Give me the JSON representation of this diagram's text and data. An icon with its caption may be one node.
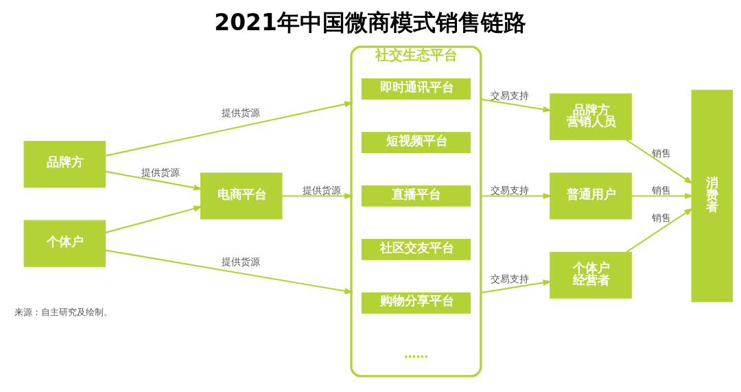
{
  "diagram": {
    "title": "2021年中国微商模式销售链路",
    "nodes": [
      {
        "text": [
          "品牌方"
        ]
      },
      {
        "text": [
          "电商平台"
        ]
      },
      {
        "text": [
          "个体户"
        ]
      },
      {
        "text": [
          "社交生态平台"
        ]
      },
      {
        "text": [
          "即时通讯平台"
        ],
        "in": 3
      },
      {
        "text": [
          "短视频平台"
        ],
        "in": 3
      },
      {
        "text": [
          "直播平台"
        ],
        "in": 3
      },
      {
        "text": [
          "社区交友平台"
        ],
        "in": 3
      },
      {
        "text": [
          "购物分享平台"
        ],
        "in": 3
      },
      {
        "text": [
          "品牌方营销人员"
        ]
      },
      {
        "text": [
          "普通用户"
        ]
      },
      {
        "text": [
          "个体户经营者"
        ]
      },
      {
        "text": [
          "消费者"
        ]
      }
    ],
    "edges": [
      {
        "from": 0,
        "to": 3,
        "arrow": "to",
        "label": "提供货源"
      },
      {
        "from": 0,
        "to": 1,
        "arrow": "to",
        "label": "提供货源"
      },
      {
        "from": 2,
        "to": 1,
        "arrow": "to"
      },
      {
        "from": 1,
        "to": 3,
        "arrow": "to",
        "label": "提供货源"
      },
      {
        "from": 2,
        "to": 3,
        "arrow": "to",
        "label": "提供货源"
      },
      {
        "from": 3,
        "to": 9,
        "arrow": "to",
        "label": "交易支持"
      },
      {
        "from": 3,
        "to": 10,
        "arrow": "to",
        "label": "交易支持"
      },
      {
        "from": 3,
        "to": 11,
        "arrow": "to",
        "label": "交易支持"
      },
      {
        "from": 9,
        "to": 12,
        "arrow": "to",
        "label": "销售"
      },
      {
        "from": 10,
        "to": 12,
        "arrow": "to",
        "label": "销售"
      },
      {
        "from": 11,
        "to": 12,
        "arrow": "to",
        "label": "销售"
      }
    ],
    "labels": [
      "……",
      "来源：自主研究及绘制。"
    ]
  }
}
